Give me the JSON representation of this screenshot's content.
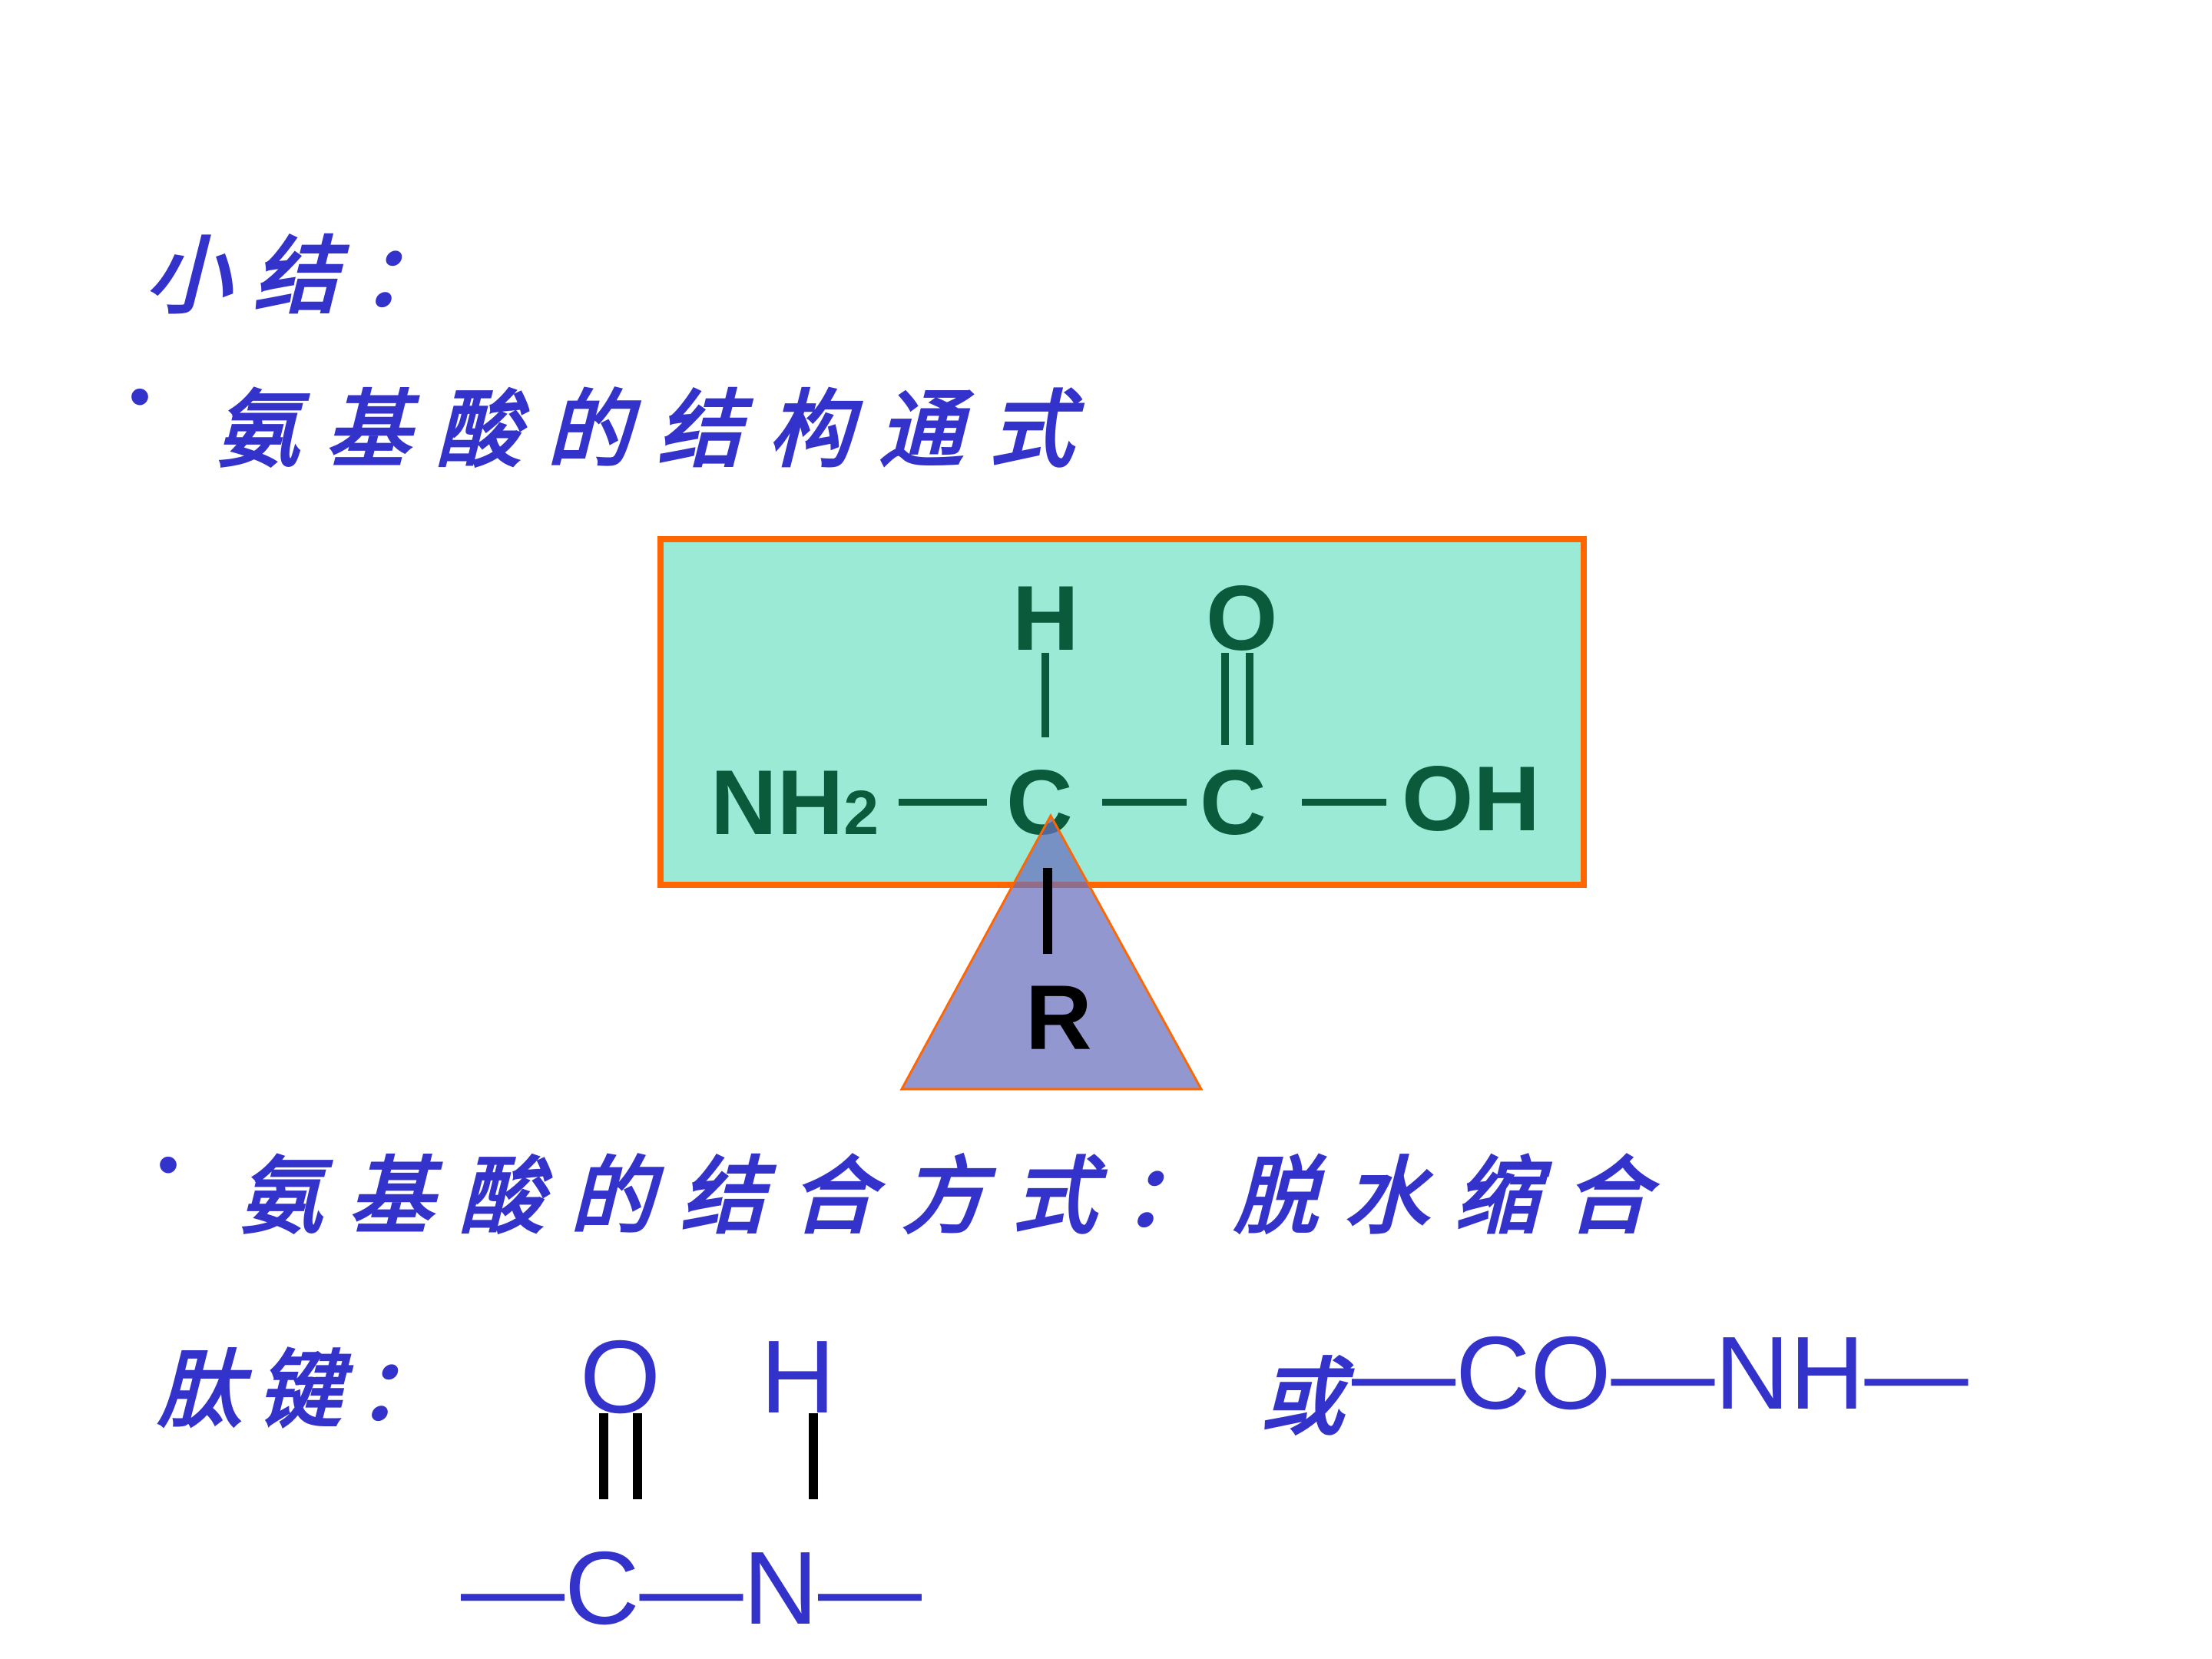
{
  "summary": {
    "title": "小结："
  },
  "bullets": [
    {
      "text": "氨基酸的结构通式"
    },
    {
      "text": "氨基酸的结合方式：脱水缩合"
    }
  ],
  "amino_acid": {
    "h_top": "H",
    "o_top": "O",
    "nh2_main": "NH",
    "nh2_sub": "2",
    "bond_dash": "—",
    "c_alpha": "C",
    "c_carboxyl": "C",
    "oh": "OH",
    "r_group": "R",
    "colors": {
      "box_fill": "#9aead6",
      "box_border": "#ff6600",
      "text": "#0b5a3c",
      "triangle": "#7b7ec2"
    }
  },
  "peptide": {
    "label": "肽键：",
    "o_top": "O",
    "h_top": "H",
    "chain": "—C—N—",
    "or_word": "或",
    "alt_formula": "—CO—NH—",
    "color": "#3333cc"
  }
}
